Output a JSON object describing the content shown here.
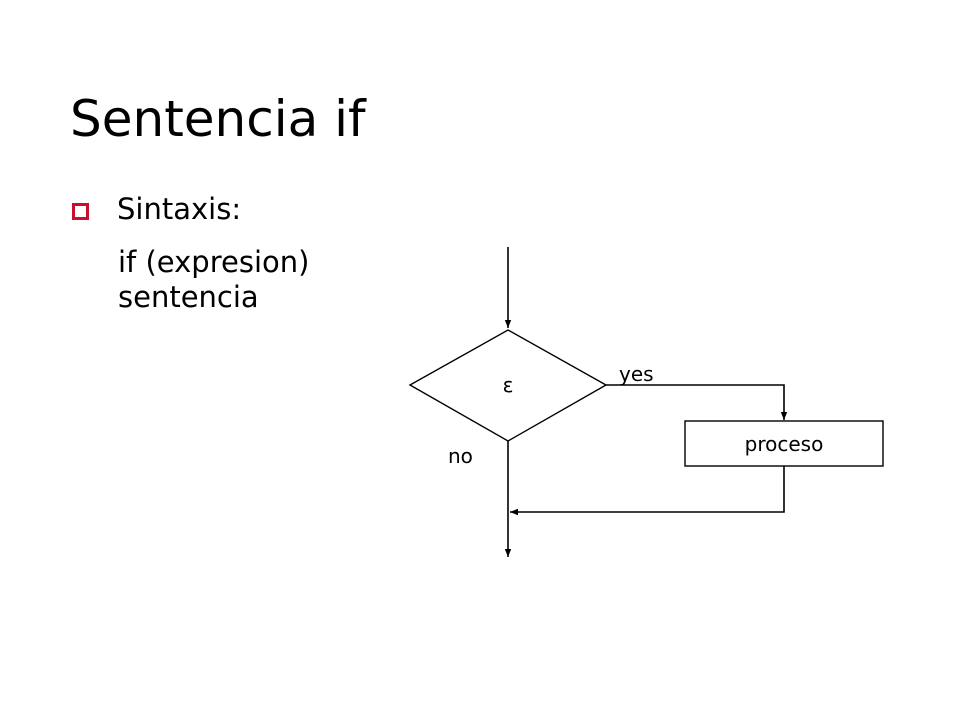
{
  "slide": {
    "title": "Sentencia if",
    "bullet": "Sintaxis:",
    "code_lines": [
      "if (expresion)",
      "sentencia"
    ]
  },
  "diagram": {
    "decision_label": "ε",
    "yes_label": "yes",
    "no_label": "no",
    "process_label": "proceso"
  },
  "colors": {
    "bullet": "#c8102e"
  }
}
